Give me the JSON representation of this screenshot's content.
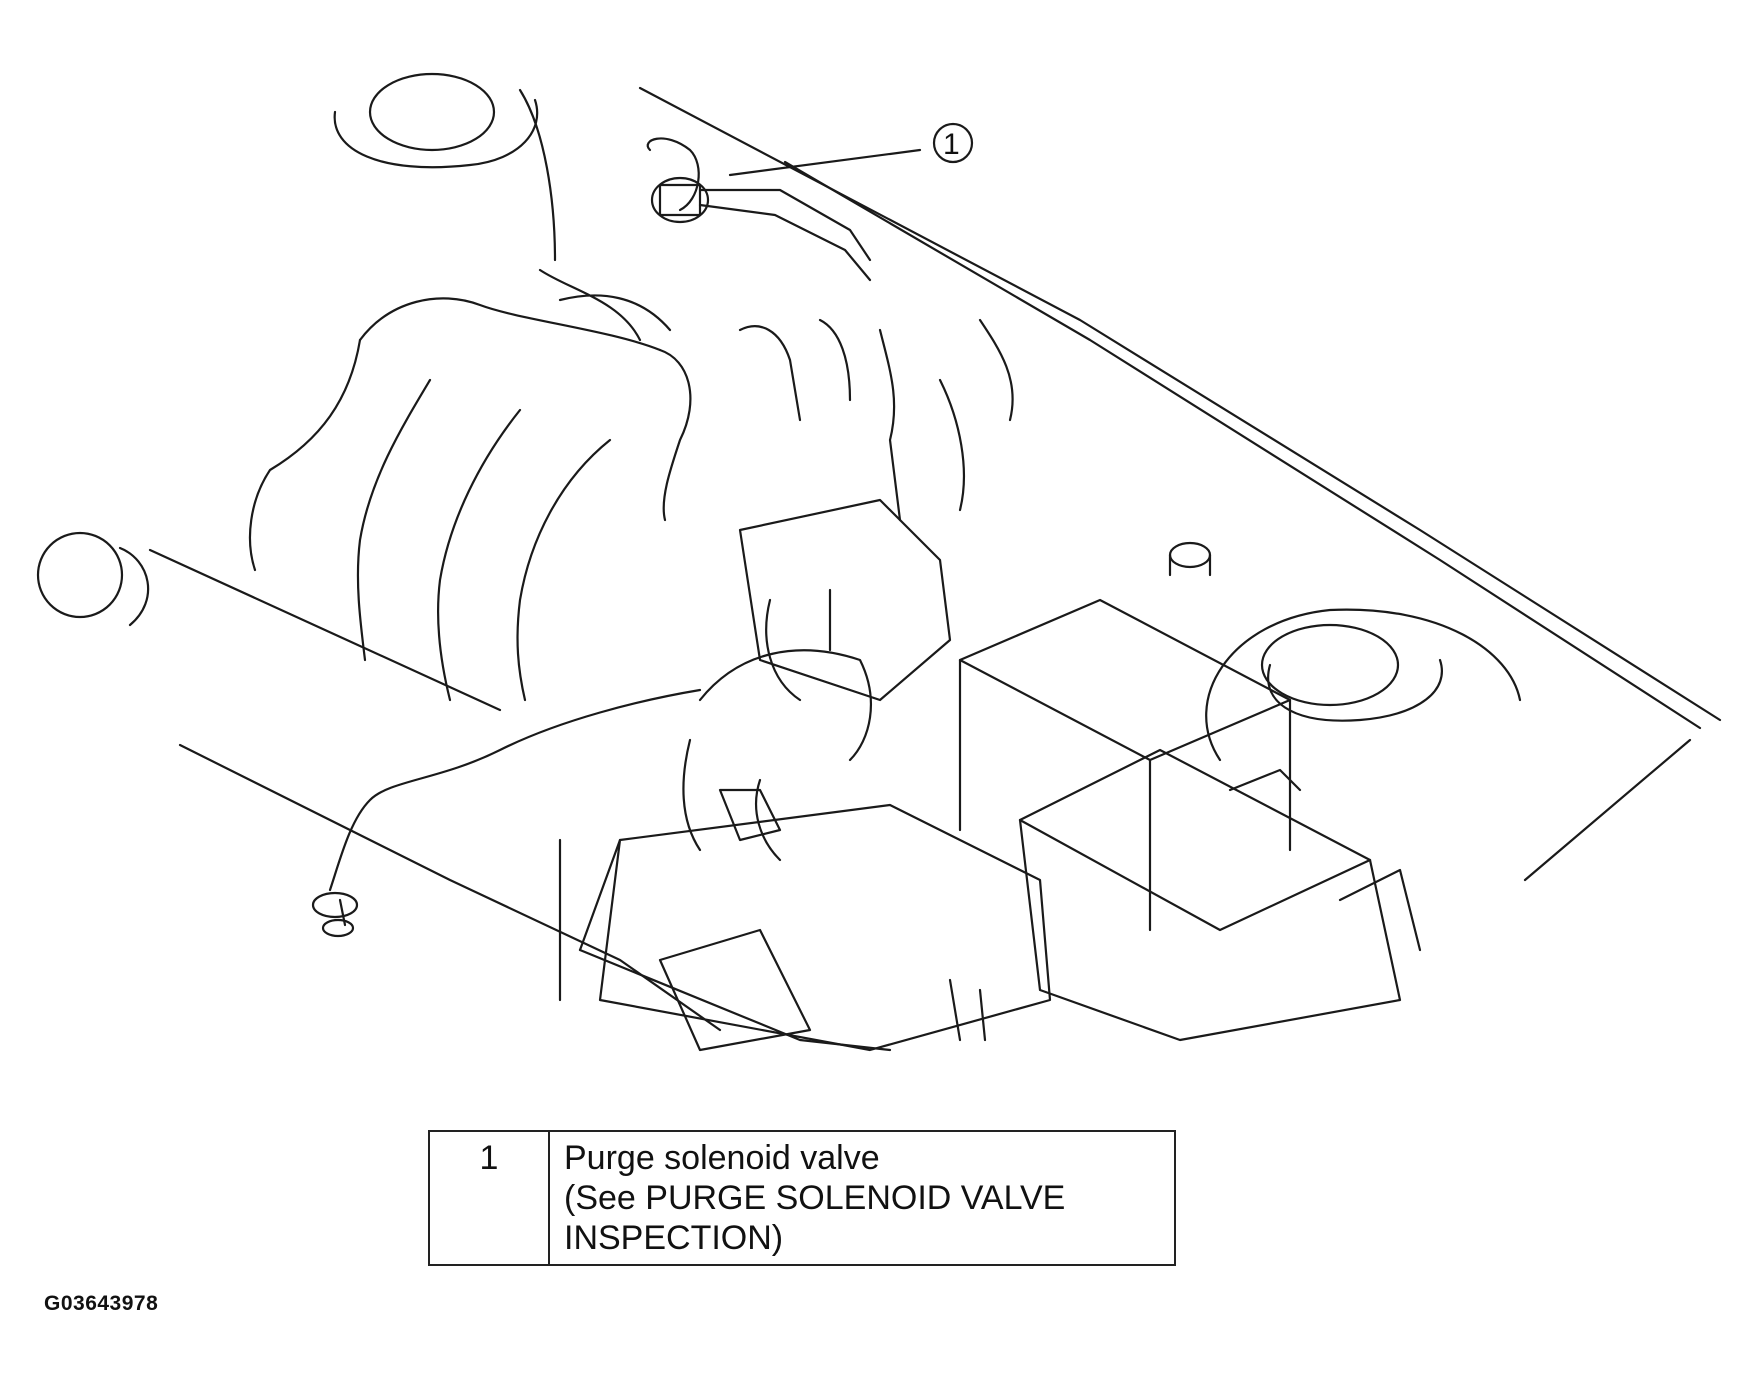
{
  "callout": {
    "number": "1"
  },
  "legend": {
    "rows": [
      {
        "number": "1",
        "lines": [
          "Purge solenoid valve",
          "(See PURGE SOLENOID VALVE",
          "INSPECTION)"
        ]
      }
    ]
  },
  "figure_id": "G03643978"
}
